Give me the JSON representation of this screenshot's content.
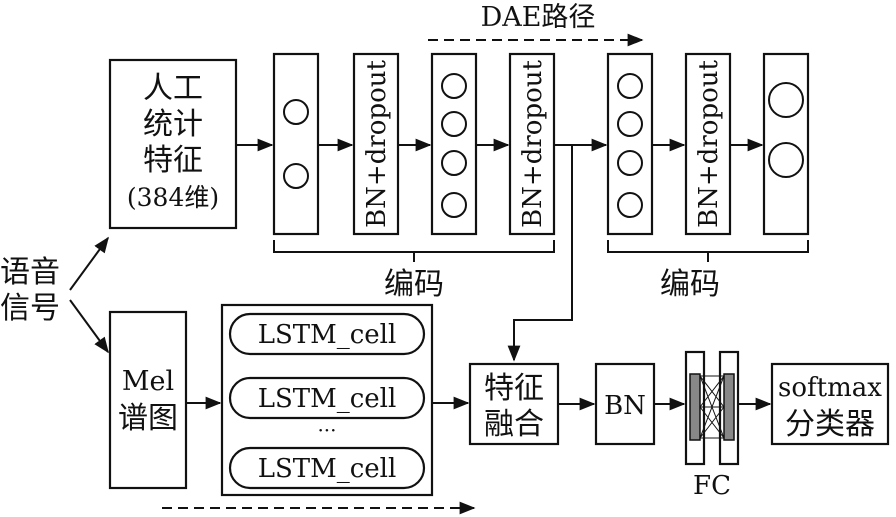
{
  "input": {
    "line1": "语音",
    "line2": "信号"
  },
  "handcrafted": {
    "line1": "人工",
    "line2": "统计",
    "line3": "特征",
    "line4": "(384维)"
  },
  "mel": {
    "line1": "Mel",
    "line2": "谱图"
  },
  "dae_path_label": "DAE路径",
  "bn_dropout_label": "BN+dropout",
  "encode_label": "编码",
  "lstm": {
    "cell_label": "LSTM_cell",
    "ellipsis": "···"
  },
  "fusion": {
    "line1": "特征",
    "line2": "融合"
  },
  "bn_label": "BN",
  "fc_label": "FC",
  "softmax": {
    "line1": "softmax",
    "line2": "分类器"
  }
}
